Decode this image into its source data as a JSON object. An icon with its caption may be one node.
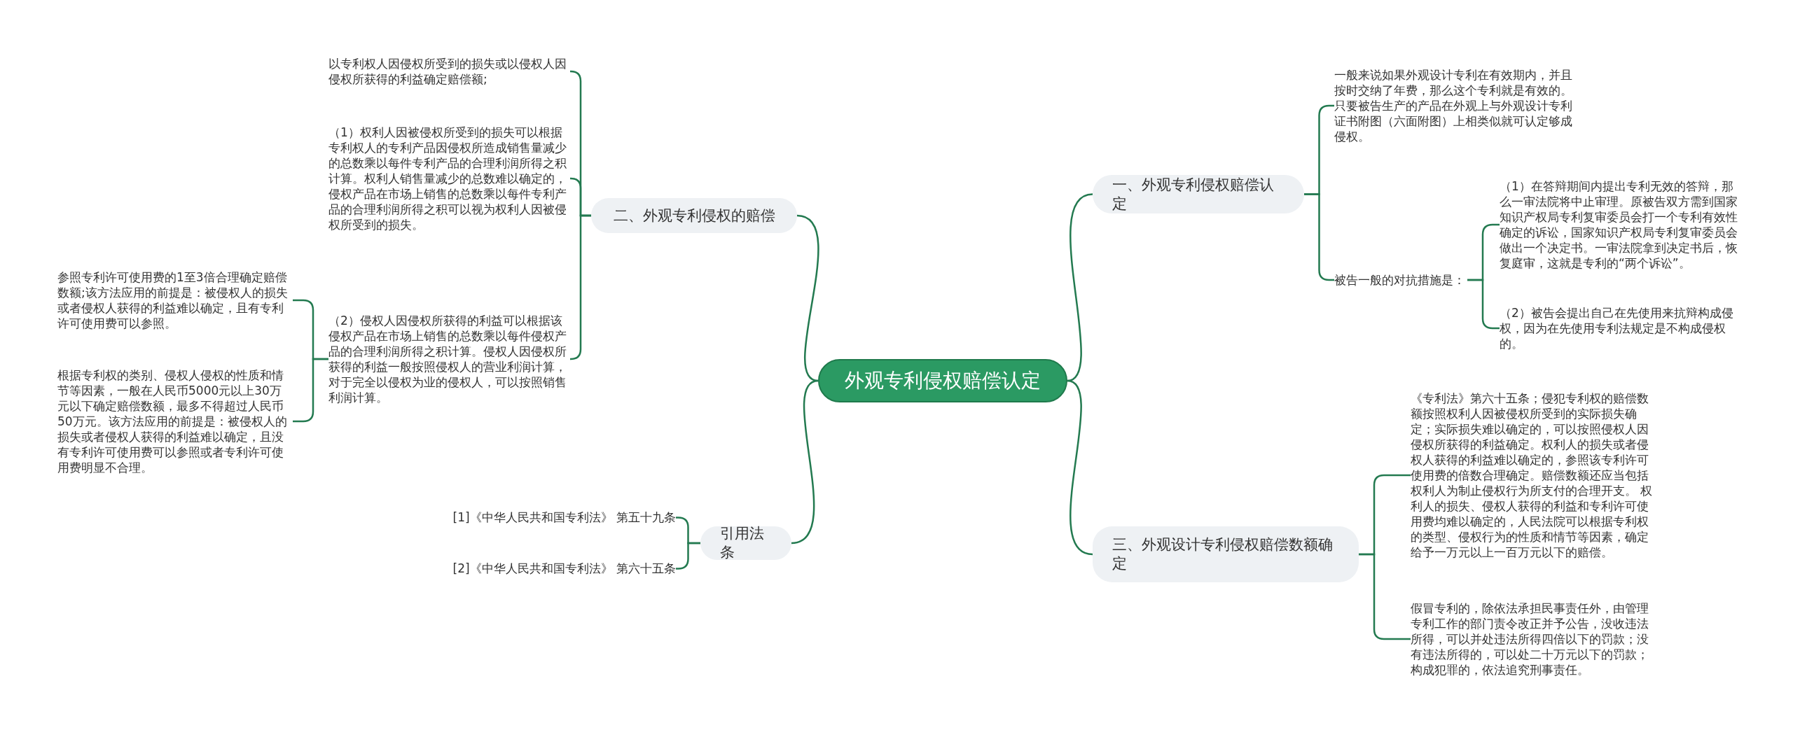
{
  "diagram": {
    "nodes": [
      {
        "text": [
          "外观专利侵权赔偿认定"
        ]
      },
      {
        "text": [
          "一、外观专利侵权赔偿认定"
        ]
      },
      {
        "text": [
          "一般来说如果外观设计专利在有效期内，并且按时交纳了年费，那么这个专利就是有效的。只要被告生产的产品在外观上与外观设计专利证书附图（六面附图）上相类似就可认定够成侵权。"
        ]
      },
      {
        "text": [
          "被告一般的对抗措施是："
        ]
      },
      {
        "text": [
          "（1）在答辩期间内提出专利无效的答辩，那么一审法院将中止审理。原被告双方需到国家知识产权局专利复审委员会打一个专利有效性确定的诉讼，国家知识产权局专利复审委员会做出一个决定书。一审法院拿到决定书后，恢复庭审，这就是专利的“两个诉讼”。"
        ]
      },
      {
        "text": [
          "（2）被告会提出自己在先使用来抗辩构成侵权，因为在先使用专利法规定是不构成侵权的。"
        ]
      },
      {
        "text": [
          "三、外观设计专利侵权赔偿数额确定"
        ]
      },
      {
        "text": [
          "《专利法》第六十五条；侵犯专利权的赔偿数额按照权利人因被侵权所受到的实际损失确定；实际损失难以确定的，可以按照侵权人因侵权所获得的利益确定。权利人的损失或者侵权人获得的利益难以确定的，参照该专利许可使用费的倍数合理确定。赔偿数额还应当包括权利人为制止侵权行为所支付的合理开支。 权利人的损失、侵权人获得的利益和专利许可使用费均难以确定的，人民法院可以根据专利权的类型、侵权行为的性质和情节等因素，确定给予一万元以上一百万元以下的赔偿。"
        ]
      },
      {
        "text": [
          "假冒专利的，除依法承担民事责任外，由管理专利工作的部门责令改正并予公告，没收违法所得，可以并处违法所得四倍以下的罚款；没有违法所得的，可以处二十万元以下的罚款；构成犯罪的，依法追究刑事责任。"
        ]
      },
      {
        "text": [
          "二、外观专利侵权的赔偿"
        ]
      },
      {
        "text": [
          "以专利权人因侵权所受到的损失或以侵权人因侵权所获得的利益确定赔偿额;"
        ]
      },
      {
        "text": [
          "（1）权利人因被侵权所受到的损失可以根据专利权人的专利产品因侵权所造成销售量减少的总数乘以每件专利产品的合理利润所得之积计算。权利人销售量减少的总数难以确定的，侵权产品在市场上销售的总数乘以每件专利产品的合理利润所得之积可以视为权利人因被侵权所受到的损失。"
        ]
      },
      {
        "text": [
          "（2）侵权人因侵权所获得的利益可以根据该侵权产品在市场上销售的总数乘以每件侵权产品的合理利润所得之积计算。侵权人因侵权所获得的利益一般按照侵权人的营业利润计算，对于完全以侵权为业的侵权人，可以按照销售利润计算。"
        ]
      },
      {
        "text": [
          "参照专利许可使用费的1至3倍合理确定赔偿数额;该方法应用的前提是：被侵权人的损失或者侵权人获得的利益难以确定，且有专利许可使用费可以参照。"
        ]
      },
      {
        "text": [
          "根据专利权的类别、侵权人侵权的性质和情节等因素，一般在人民币5000元以上30万元以下确定赔偿数额，最多不得超过人民币50万元。该方法应用的前提是：被侵权人的损失或者侵权人获得的利益难以确定，且没有专利许可使用费可以参照或者专利许可使用费明显不合理。"
        ]
      },
      {
        "text": [
          "引用法条"
        ]
      },
      {
        "text": [
          "[1]《中华人民共和国专利法》 第五十九条"
        ]
      },
      {
        "text": [
          "[2]《中华人民共和国专利法》 第六十五条"
        ]
      }
    ],
    "edges": [
      {
        "from": 0,
        "to": 1,
        "arrow": "none"
      },
      {
        "from": 1,
        "to": 2,
        "arrow": "none"
      },
      {
        "from": 1,
        "to": 3,
        "arrow": "none"
      },
      {
        "from": 3,
        "to": 4,
        "arrow": "none"
      },
      {
        "from": 3,
        "to": 5,
        "arrow": "none"
      },
      {
        "from": 0,
        "to": 6,
        "arrow": "none"
      },
      {
        "from": 6,
        "to": 7,
        "arrow": "none"
      },
      {
        "from": 6,
        "to": 8,
        "arrow": "none"
      },
      {
        "from": 0,
        "to": 9,
        "arrow": "none"
      },
      {
        "from": 9,
        "to": 10,
        "arrow": "none"
      },
      {
        "from": 9,
        "to": 11,
        "arrow": "none"
      },
      {
        "from": 9,
        "to": 12,
        "arrow": "none"
      },
      {
        "from": 12,
        "to": 13,
        "arrow": "none"
      },
      {
        "from": 12,
        "to": 14,
        "arrow": "none"
      },
      {
        "from": 0,
        "to": 15,
        "arrow": "none"
      },
      {
        "from": 15,
        "to": 16,
        "arrow": "none"
      },
      {
        "from": 15,
        "to": 17,
        "arrow": "none"
      }
    ]
  }
}
